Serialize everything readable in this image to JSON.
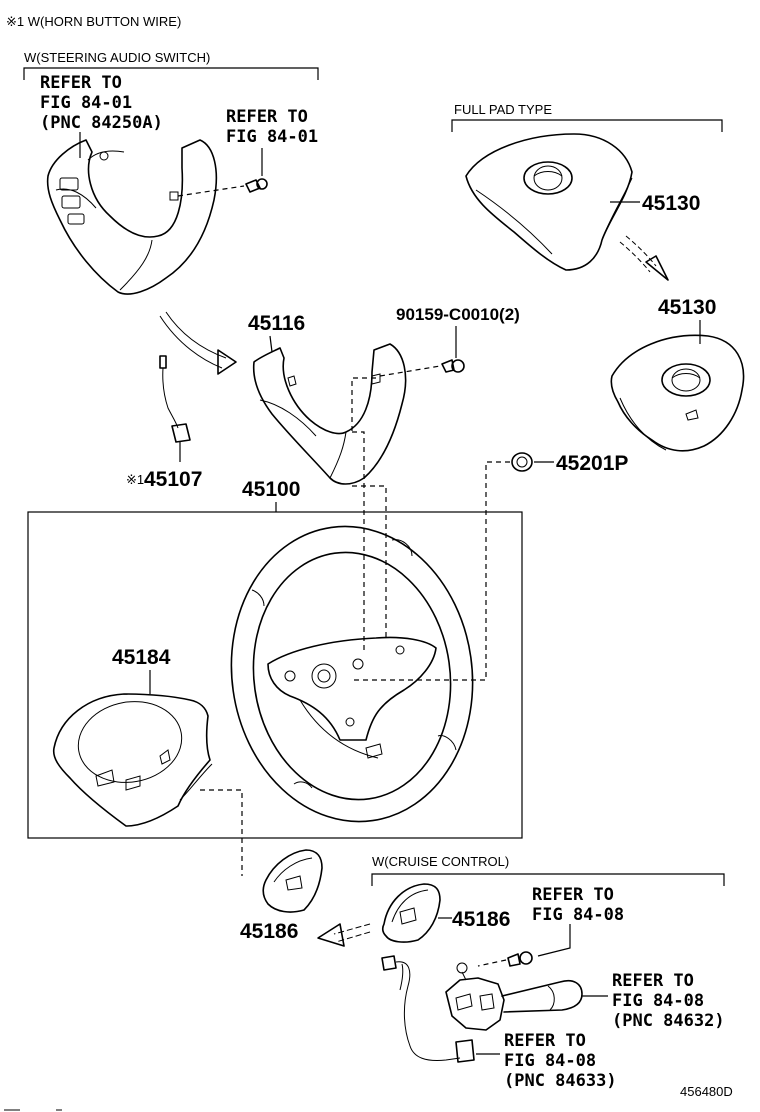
{
  "notes": {
    "horn_note": "※1 W(HORN BUTTON WIRE)",
    "steering_audio": "W(STEERING AUDIO SWITCH)",
    "full_pad": "FULL PAD TYPE",
    "cruise": "W(CRUISE CONTROL)"
  },
  "refs": {
    "audio_ref": [
      "REFER TO",
      "FIG 84-01",
      "(PNC 84250A)"
    ],
    "screw_ref": [
      "REFER TO",
      "FIG 84-01"
    ],
    "cruise_screw_ref": [
      "REFER TO",
      "FIG 84-08"
    ],
    "cruise_switch_ref": [
      "REFER TO",
      "FIG 84-08",
      "(PNC 84632)"
    ],
    "cruise_wire_ref": [
      "REFER TO",
      "FIG 84-08",
      "(PNC 84633)"
    ]
  },
  "parts": {
    "p45130_a": "45130",
    "p45130_b": "45130",
    "p45116": "45116",
    "p90159": "90159-C0010(2)",
    "p45107_mark": "※1",
    "p45107": "45107",
    "p45201p": "45201P",
    "p45100": "45100",
    "p45184": "45184",
    "p45186_a": "45186",
    "p45186_b": "45186"
  },
  "diagram_id": "456480D"
}
